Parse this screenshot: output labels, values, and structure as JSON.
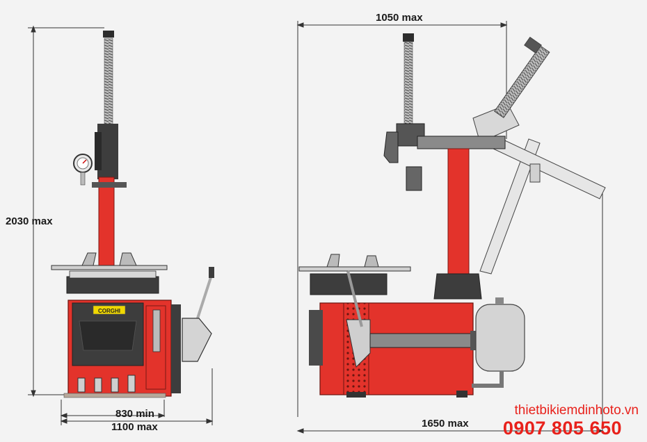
{
  "dimensions": {
    "height_left": "2030 max",
    "width_min": "830 min",
    "width_max_left": "1100 max",
    "depth_top": "1050 max",
    "depth_bottom": "1650 max"
  },
  "brand": {
    "label": "CORGHI"
  },
  "watermark": {
    "site": "thietbikiemdinhoto.vn",
    "phone": "0907 805 650"
  },
  "colors": {
    "machine_red": "#e3332b",
    "dark_grey": "#3d3d3d",
    "light_grey": "#cfcfcf",
    "watermark_red": "#e8211b"
  }
}
